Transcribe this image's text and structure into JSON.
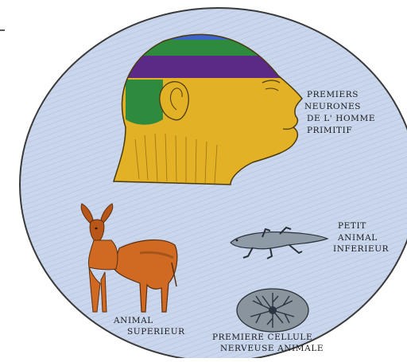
{
  "labels": {
    "head_l1": "PREMIERS",
    "head_l2": "NEURONES",
    "head_l3": "DE  L' HOMME",
    "head_l4": "PRIMITIF",
    "lizard_l1": "PETIT",
    "lizard_l2": "ANIMAL",
    "lizard_l3": "INFERIEUR",
    "deer_l1": "ANIMAL",
    "deer_l2": "SUPERIEUR",
    "cell_l1": "PREMIERE CELLULE",
    "cell_l2": "NERVEUSE  ANIMALE"
  },
  "colors": {
    "background": "#ffffff",
    "circle_fill": "#c9d6ec",
    "circle_stroke": "#3a3a3a",
    "skin": "#e2b126",
    "band_blue": "#3f64c8",
    "band_green": "#2e8a3c",
    "band_purple": "#5a2a86",
    "ear_green": "#2e8a3c",
    "deer_body": "#d06a22",
    "deer_dark": "#7a3f16",
    "lizard_body": "#8e9aa6",
    "cell_body": "#8a949c",
    "cell_core": "#2a3442"
  }
}
